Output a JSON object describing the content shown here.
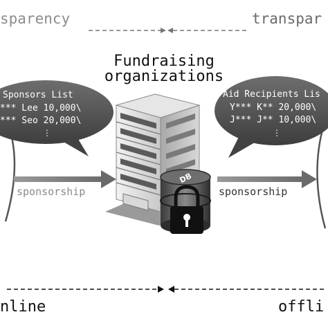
{
  "top": {
    "left_label": "sparency",
    "right_label": "transpar"
  },
  "title": {
    "line1": "Fundraising",
    "line2": "organizations"
  },
  "left_bubble": {
    "heading": "Sponsors List",
    "rows": [
      "*** Lee 10,000\\",
      "*** Seo 20,000\\"
    ],
    "ellipsis": "⋮"
  },
  "right_bubble": {
    "heading": "Aid Recipients Lis",
    "rows": [
      "Y*** K** 20,000\\",
      "J*** J** 10,000\\"
    ],
    "ellipsis": "⋮"
  },
  "flows": {
    "left_label": "sponsorship",
    "right_label": "sponsorship"
  },
  "db": {
    "label": "DB",
    "icons": [
      "server-building-icon",
      "database-icon",
      "padlock-icon"
    ]
  },
  "bottom": {
    "left_label": "nline",
    "right_label": "offli"
  }
}
